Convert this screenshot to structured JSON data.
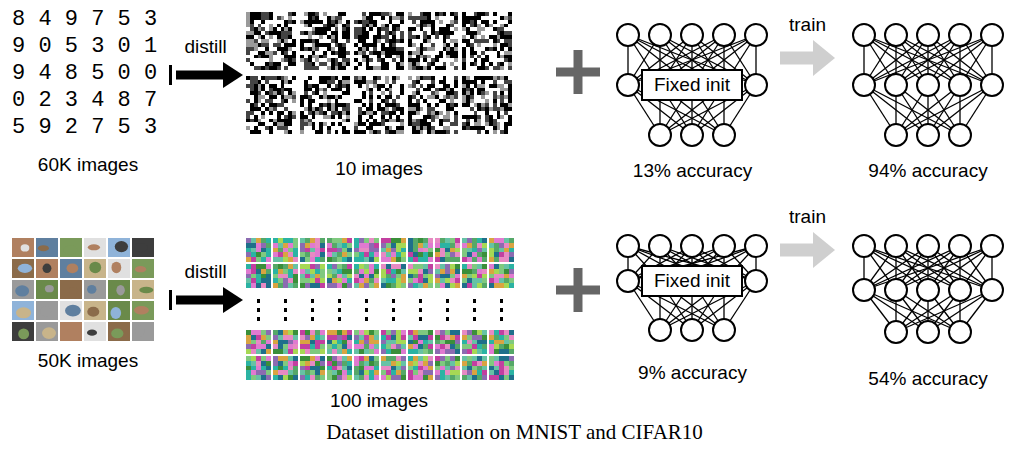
{
  "diagram": {
    "caption": "Dataset distillation on MNIST and CIFAR10",
    "nodes": [
      {
        "text": [
          "60K images"
        ]
      },
      {
        "text": [
          "10 images"
        ]
      },
      {
        "text": [
          "13% accuracy"
        ]
      },
      {
        "text": [
          "Fixed init"
        ],
        "in": 2
      },
      {
        "text": [
          "94% accuracy"
        ]
      },
      {
        "text": [
          "50K images"
        ]
      },
      {
        "text": [
          "100 images"
        ]
      },
      {
        "text": [
          "9% accuracy"
        ]
      },
      {
        "text": [
          "Fixed init"
        ],
        "in": 7
      },
      {
        "text": [
          "54% accuracy"
        ]
      }
    ],
    "edges": [
      {
        "from": 0,
        "to": 1,
        "label": "distill",
        "arrow": "to"
      },
      {
        "from": 2,
        "to": 4,
        "label": "train",
        "arrow": "to"
      },
      {
        "from": 5,
        "to": 6,
        "label": "distill",
        "arrow": "to"
      },
      {
        "from": 7,
        "to": 9,
        "label": "train",
        "arrow": "to"
      }
    ],
    "labels": [
      "8 4 9 7 5 3",
      "9 0 5 3 0 1",
      "9 4 8 5 0 0",
      "0 2 3 4 8 7",
      "5 9 2 7 5 3"
    ]
  }
}
